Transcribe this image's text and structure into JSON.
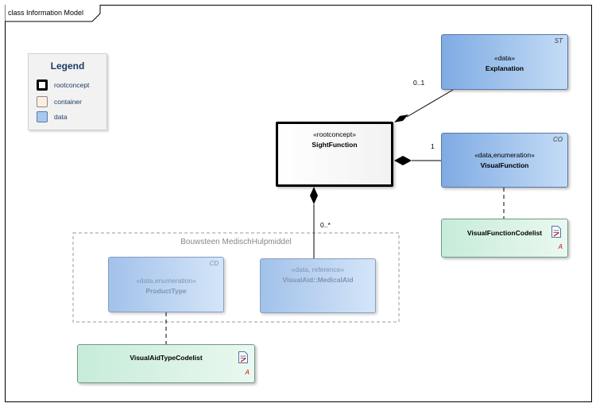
{
  "diagram": {
    "tab_title": "class Information Model"
  },
  "legend": {
    "title": "Legend",
    "items": [
      {
        "label": "rootconcept",
        "color": "#ffffff",
        "border": "#000000"
      },
      {
        "label": "container",
        "color": "#fbf0e0",
        "border": "#8a8a8a"
      },
      {
        "label": "data",
        "color": "#a9c8ee",
        "border": "#5a78a8"
      }
    ]
  },
  "group": {
    "label": "Bouwsteen MedischHulpmiddel"
  },
  "classes": {
    "explanation": {
      "stereotype": "«data»",
      "name": "Explanation",
      "corner": "ST"
    },
    "sight_function": {
      "stereotype": "«rootconcept»",
      "name": "SightFunction"
    },
    "visual_function": {
      "stereotype": "«data,enumeration»",
      "name": "VisualFunction",
      "corner": "CO"
    },
    "visual_function_codelist": {
      "name": "VisualFunctionCodelist",
      "abstract_mark": "A"
    },
    "product_type": {
      "stereotype": "«data,enumeration»",
      "name": "ProductType",
      "corner": "CD"
    },
    "visual_aid": {
      "stereotype": "«data, reference»",
      "name": "VisualAid::MedicalAid"
    },
    "visual_aid_type_codelist": {
      "name": "VisualAidTypeCodelist",
      "abstract_mark": "A"
    }
  },
  "multiplicities": {
    "explanation": "0..1",
    "visual_function": "1",
    "visual_aid": "0..*"
  },
  "colors": {
    "data_start": "#7fabe3",
    "data_end": "#c4dcf6",
    "codelist": "#c7ecd9",
    "root_border": "#000000",
    "legend_text": "#1f3b66"
  }
}
